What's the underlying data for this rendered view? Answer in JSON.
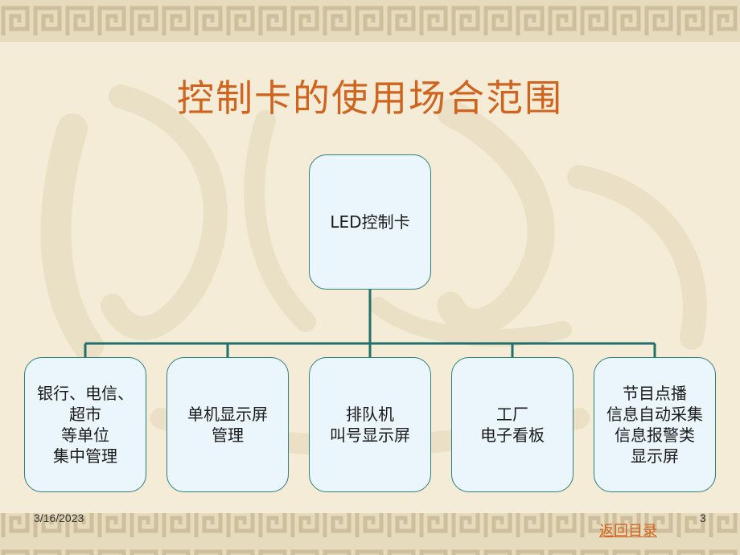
{
  "slide": {
    "title": "控制卡的使用场合范围",
    "root": "LED控制卡",
    "children": [
      "银行、电信、\n超市\n等单位\n集中管理",
      "单机显示屏\n管理",
      "排队机\n叫号显示屏",
      "工厂\n电子看板",
      "节目点播\n信息自动采集\n信息报警类\n显示屏"
    ]
  },
  "footer": {
    "date": "3/16/2023",
    "page_number": "3",
    "back_link": "返回目录"
  },
  "colors": {
    "background": "#f4ecd6",
    "title": "#d0631e",
    "node_fill": "#eaf6fb",
    "node_border": "#2f7f7a",
    "connector": "#1f6f6a",
    "link": "#d0631e"
  }
}
